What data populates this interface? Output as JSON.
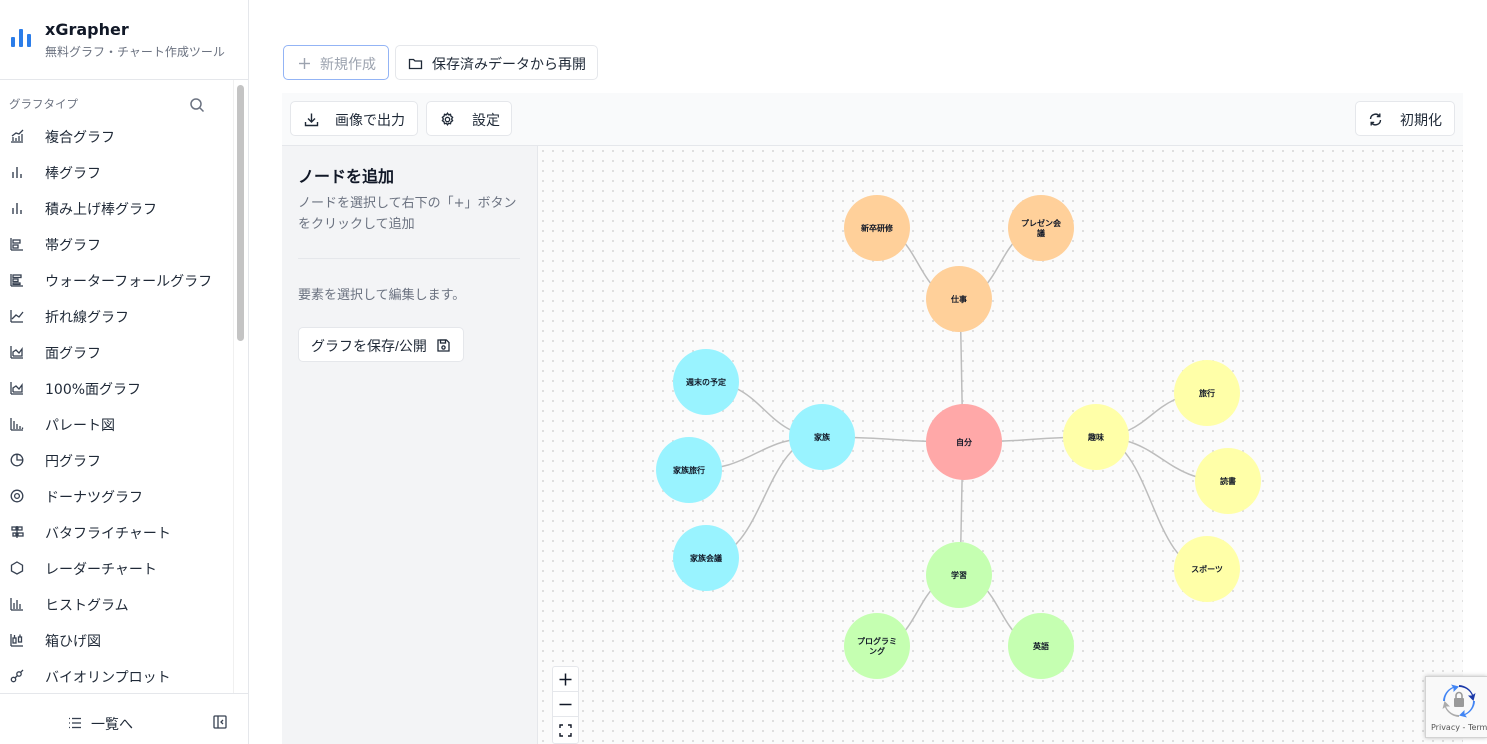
{
  "brand": {
    "title": "xGrapher",
    "subtitle": "無料グラフ・チャート作成ツール",
    "logo_icon": "bar-chart-logo-icon",
    "accent_color": "#2b7de9"
  },
  "sidebar": {
    "section_label": "グラフタイプ",
    "search_icon": "search-icon",
    "items": [
      {
        "label": "複合グラフ",
        "icon": "combo-chart-icon"
      },
      {
        "label": "棒グラフ",
        "icon": "bar-chart-icon"
      },
      {
        "label": "積み上げ棒グラフ",
        "icon": "stacked-bar-icon"
      },
      {
        "label": "帯グラフ",
        "icon": "band-chart-icon"
      },
      {
        "label": "ウォーターフォールグラフ",
        "icon": "waterfall-icon"
      },
      {
        "label": "折れ線グラフ",
        "icon": "line-chart-icon"
      },
      {
        "label": "面グラフ",
        "icon": "area-chart-icon"
      },
      {
        "label": "100%面グラフ",
        "icon": "area-100-icon"
      },
      {
        "label": "パレート図",
        "icon": "pareto-icon"
      },
      {
        "label": "円グラフ",
        "icon": "pie-chart-icon"
      },
      {
        "label": "ドーナツグラフ",
        "icon": "donut-chart-icon"
      },
      {
        "label": "バタフライチャート",
        "icon": "butterfly-icon"
      },
      {
        "label": "レーダーチャート",
        "icon": "radar-icon"
      },
      {
        "label": "ヒストグラム",
        "icon": "histogram-icon"
      },
      {
        "label": "箱ひげ図",
        "icon": "boxplot-icon"
      },
      {
        "label": "バイオリンプロット",
        "icon": "violin-icon"
      }
    ],
    "footer": {
      "list_label": "一覧へ",
      "list_icon": "list-icon",
      "collapse_icon": "sidebar-collapse-icon"
    }
  },
  "top_actions": {
    "new_label": "新規作成",
    "load_label": "保存済みデータから再開"
  },
  "toolbar": {
    "export_label": "画像で出力",
    "settings_label": "設定",
    "reset_label": "初期化"
  },
  "panel": {
    "title": "ノードを追加",
    "description": "ノードを選択して右下の「+」ボタンをクリックして追加",
    "hint": "要素を選択して編集します。",
    "save_label": "グラフを保存/公開"
  },
  "mindmap": {
    "colors": {
      "center": "#ffa8a8",
      "work": "#ffd09a",
      "family": "#99f3ff",
      "hobby": "#ffffa8",
      "study": "#c5ffb1"
    },
    "nodes": [
      {
        "id": "self",
        "label": "自分",
        "group": "center"
      },
      {
        "id": "work",
        "label": "仕事",
        "group": "work"
      },
      {
        "id": "training",
        "label": "新卒研修",
        "group": "work"
      },
      {
        "id": "presentation",
        "label": "プレゼン会議",
        "group": "work"
      },
      {
        "id": "family",
        "label": "家族",
        "group": "family"
      },
      {
        "id": "weekend",
        "label": "週末の予定",
        "group": "family"
      },
      {
        "id": "family_trip",
        "label": "家族旅行",
        "group": "family"
      },
      {
        "id": "family_meeting",
        "label": "家族会議",
        "group": "family"
      },
      {
        "id": "hobby",
        "label": "趣味",
        "group": "hobby"
      },
      {
        "id": "travel",
        "label": "旅行",
        "group": "hobby"
      },
      {
        "id": "reading",
        "label": "読書",
        "group": "hobby"
      },
      {
        "id": "sports",
        "label": "スポーツ",
        "group": "hobby"
      },
      {
        "id": "study",
        "label": "学習",
        "group": "study"
      },
      {
        "id": "programming",
        "label": "プログラミング",
        "group": "study"
      },
      {
        "id": "english",
        "label": "英語",
        "group": "study"
      }
    ],
    "edges": [
      [
        "self",
        "work"
      ],
      [
        "work",
        "training"
      ],
      [
        "work",
        "presentation"
      ],
      [
        "self",
        "family"
      ],
      [
        "family",
        "weekend"
      ],
      [
        "family",
        "family_trip"
      ],
      [
        "family",
        "family_meeting"
      ],
      [
        "self",
        "hobby"
      ],
      [
        "hobby",
        "travel"
      ],
      [
        "hobby",
        "reading"
      ],
      [
        "hobby",
        "sports"
      ],
      [
        "self",
        "study"
      ],
      [
        "study",
        "programming"
      ],
      [
        "study",
        "english"
      ]
    ]
  },
  "recaptcha": {
    "text": "Privacy - Terms"
  }
}
